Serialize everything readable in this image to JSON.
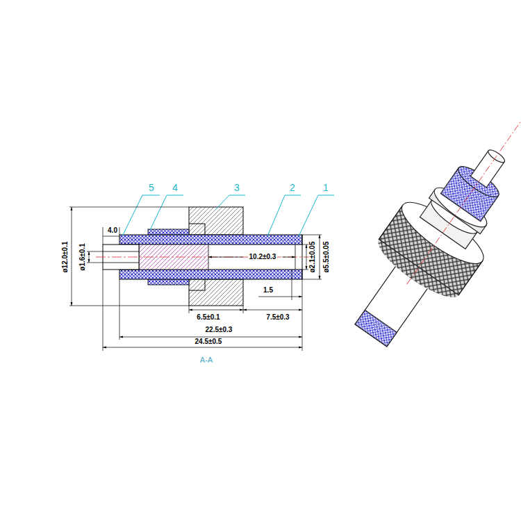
{
  "diagram": {
    "labels": [
      "5",
      "4",
      "3",
      "2",
      "1",
      "4.0",
      "ø12.0±0.1",
      "ø1.6±0.1",
      "10.2±0.3",
      "ø2.1±0.05",
      "ø5.5±0.05",
      "1.5",
      "6.5±0.1",
      "7.5±0.3",
      "22.5±0.3",
      "24.5±0.5",
      "A-A"
    ]
  }
}
